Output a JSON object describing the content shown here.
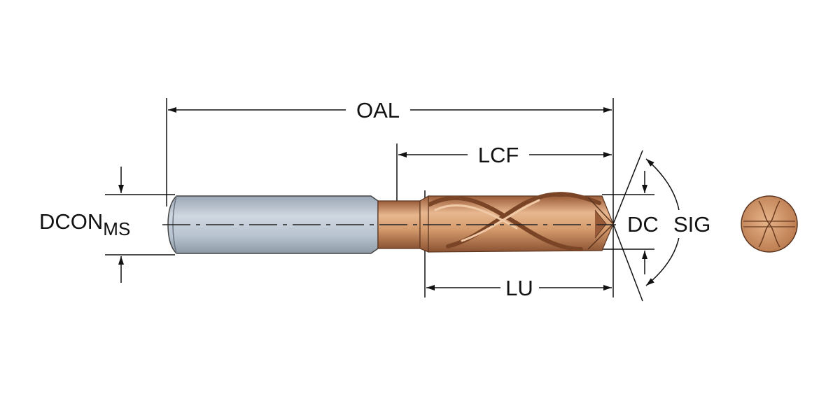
{
  "labels": {
    "oal": "OAL",
    "lcf": "LCF",
    "lu": "LU",
    "dcon": "DCON",
    "dcon_sub": "MS",
    "dc": "DC",
    "sig": "SIG"
  },
  "colors": {
    "shank": "#b8c3d0",
    "body_bronze": "#c98a5c",
    "body_light": "#e6b58c",
    "body_dark": "#8a5232",
    "line": "#111111"
  }
}
